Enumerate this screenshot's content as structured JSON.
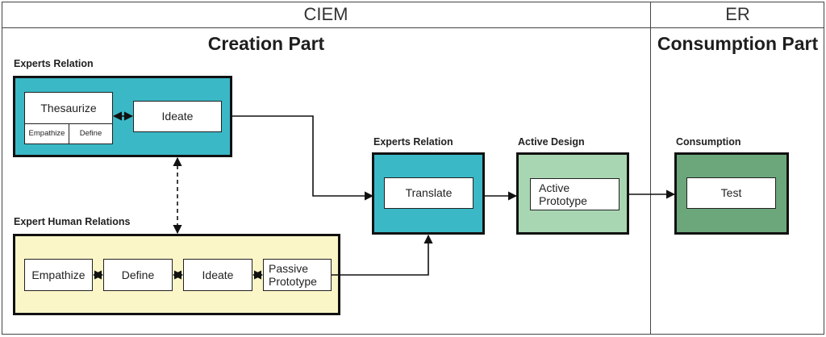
{
  "header": {
    "left": "CIEM",
    "right": "ER"
  },
  "parts": {
    "creation": "Creation Part",
    "consumption": "Consumption Part"
  },
  "groups": {
    "experts_relation_top": {
      "label": "Experts Relation",
      "thesaurize": "Thesaurize",
      "empathize": "Empathize",
      "define": "Define",
      "ideate": "Ideate"
    },
    "expert_human_relations": {
      "label": "Expert Human Relations",
      "empathize": "Empathize",
      "define": "Define",
      "ideate": "Ideate",
      "passive_prototype": "Passive Prototype"
    },
    "experts_relation_mid": {
      "label": "Experts Relation",
      "translate": "Translate"
    },
    "active_design": {
      "label": "Active Design",
      "active_prototype": "Active Prototype"
    },
    "consumption": {
      "label": "Consumption",
      "test": "Test"
    }
  },
  "colors": {
    "teal": "#3ab8c6",
    "cream": "#fbf6c8",
    "light_green": "#a9d6b2",
    "green": "#6ba77b"
  }
}
